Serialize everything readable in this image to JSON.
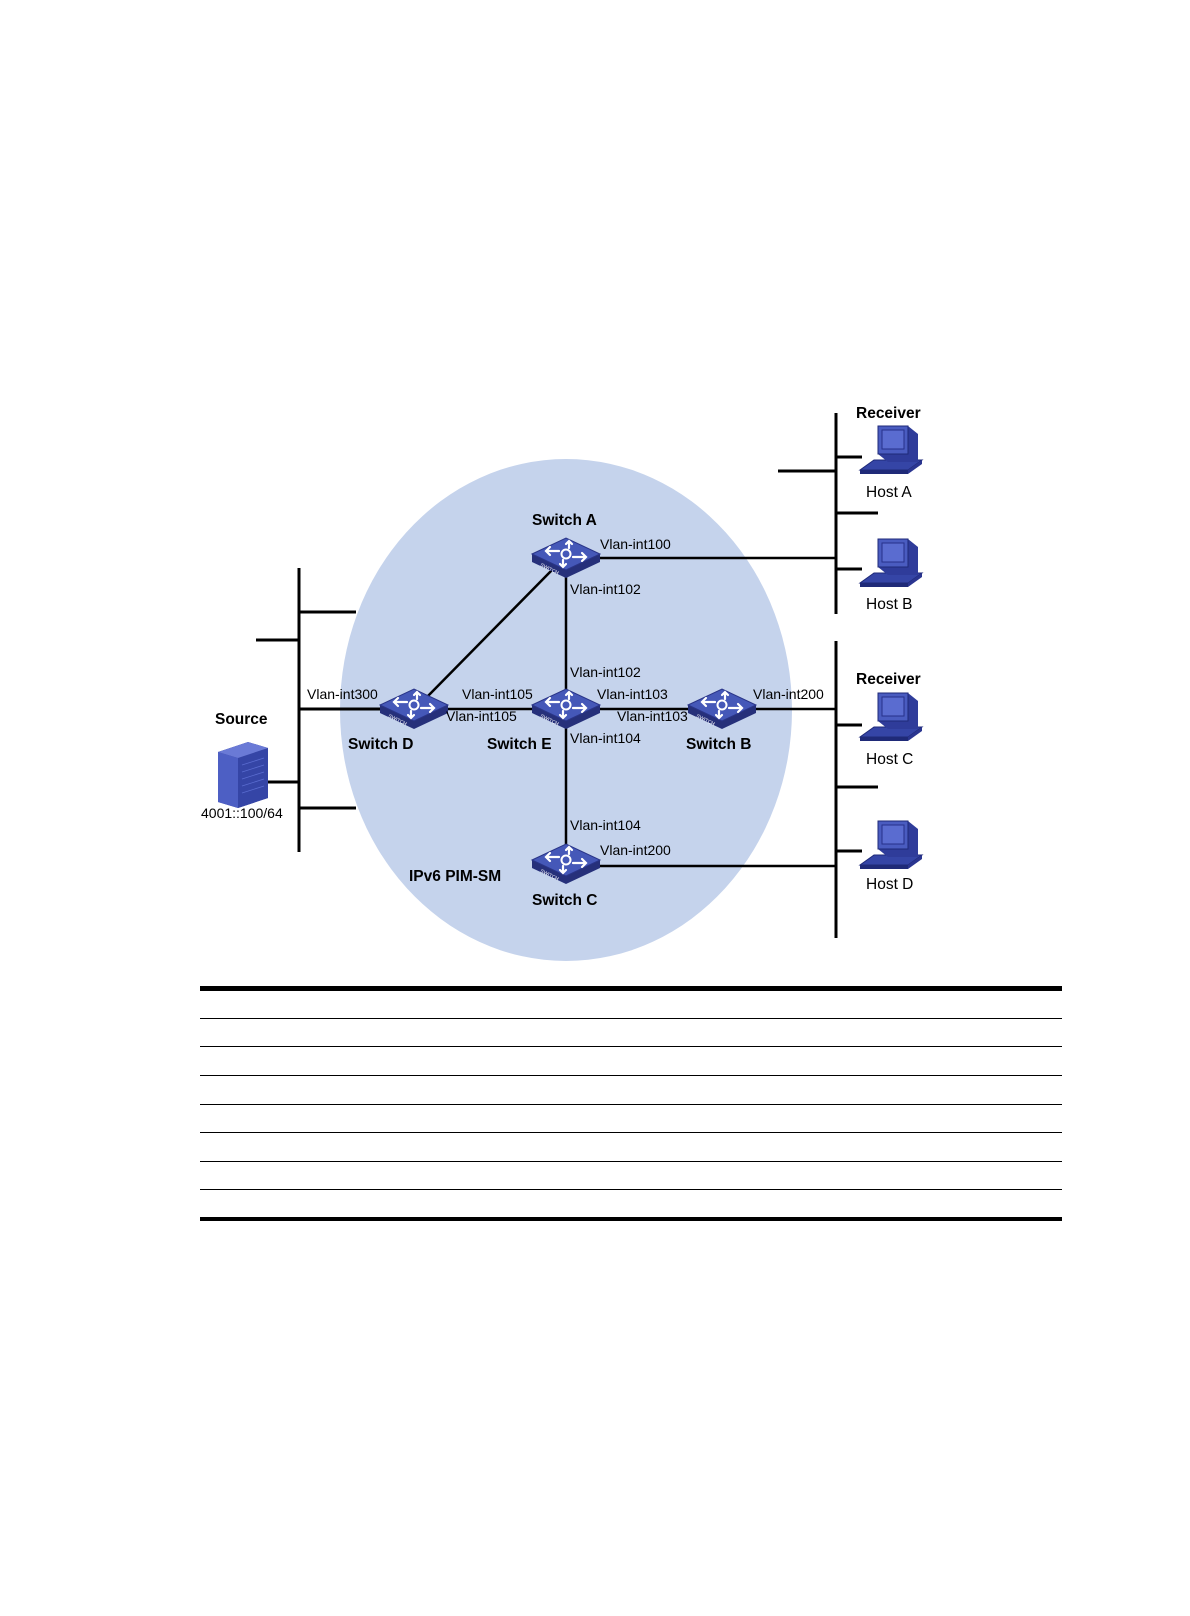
{
  "diagram": {
    "domain_label": "IPv6 PIM-SM",
    "switches": {
      "a": "Switch A",
      "b": "Switch B",
      "c": "Switch C",
      "d": "Switch D",
      "e": "Switch E"
    },
    "interfaces": {
      "a_100": "Vlan-int100",
      "a_102": "Vlan-int102",
      "e_102": "Vlan-int102",
      "d_300": "Vlan-int300",
      "e_105": "Vlan-int105",
      "d_105": "Vlan-int105",
      "e_103": "Vlan-int103",
      "b_103": "Vlan-int103",
      "b_200": "Vlan-int200",
      "e_104": "Vlan-int104",
      "c_104": "Vlan-int104",
      "c_200": "Vlan-int200"
    },
    "source": {
      "label": "Source",
      "address": "4001::100/64"
    },
    "receivers": {
      "top": "Receiver",
      "bottom": "Receiver"
    },
    "hosts": {
      "a": "Host A",
      "b": "Host B",
      "c": "Host C",
      "d": "Host D"
    },
    "device_badge": "SWITCH"
  },
  "colors": {
    "domain_fill": "#c5d3ec",
    "switch_blue": "#3a4aa3",
    "host_blue": "#3d47a8"
  }
}
